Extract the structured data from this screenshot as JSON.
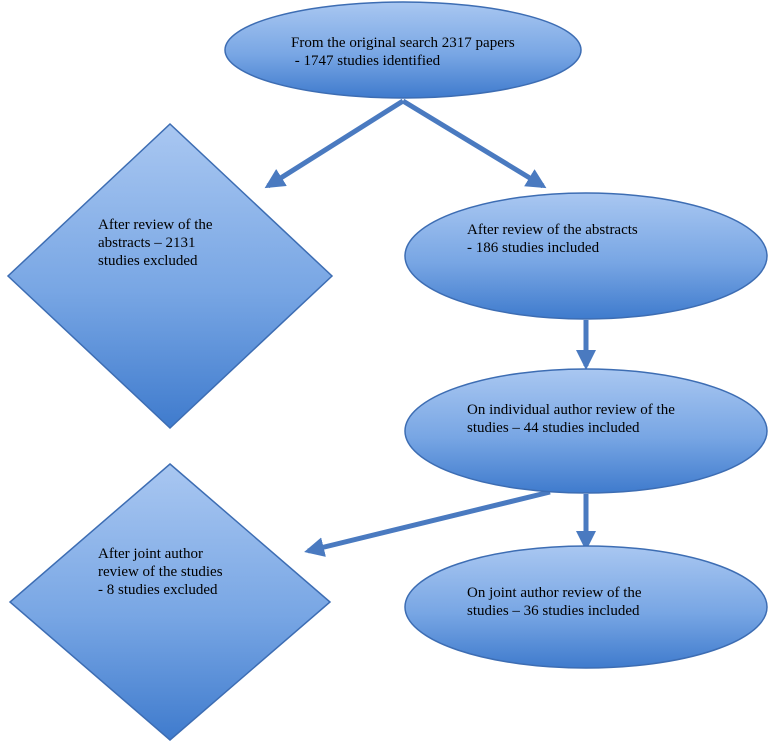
{
  "colors": {
    "shape_light": "#a9c7f1",
    "shape_mid": "#78a6e4",
    "shape_dark": "#3f7bcd",
    "outline": "#3d6db3",
    "arrow": "#4a7ac0",
    "text": "#000000"
  },
  "nodes": {
    "start": {
      "line1": "From the original search 2317 papers",
      "line2": " - 1747 studies identified"
    },
    "excluded_abstracts": {
      "line1": "After review of the",
      "line2": "abstracts – 2131",
      "line3": "studies excluded"
    },
    "included_abstracts": {
      "line1": "After review of the abstracts",
      "line2": "- 186 studies included"
    },
    "individual_review": {
      "line1": "On individual author review of the",
      "line2": "studies – 44 studies included"
    },
    "excluded_joint": {
      "line1": "After joint author",
      "line2": "review of the studies",
      "line3": "- 8 studies excluded"
    },
    "joint_review": {
      "line1": "On joint author review of the",
      "line2": "studies – 36 studies included"
    }
  }
}
